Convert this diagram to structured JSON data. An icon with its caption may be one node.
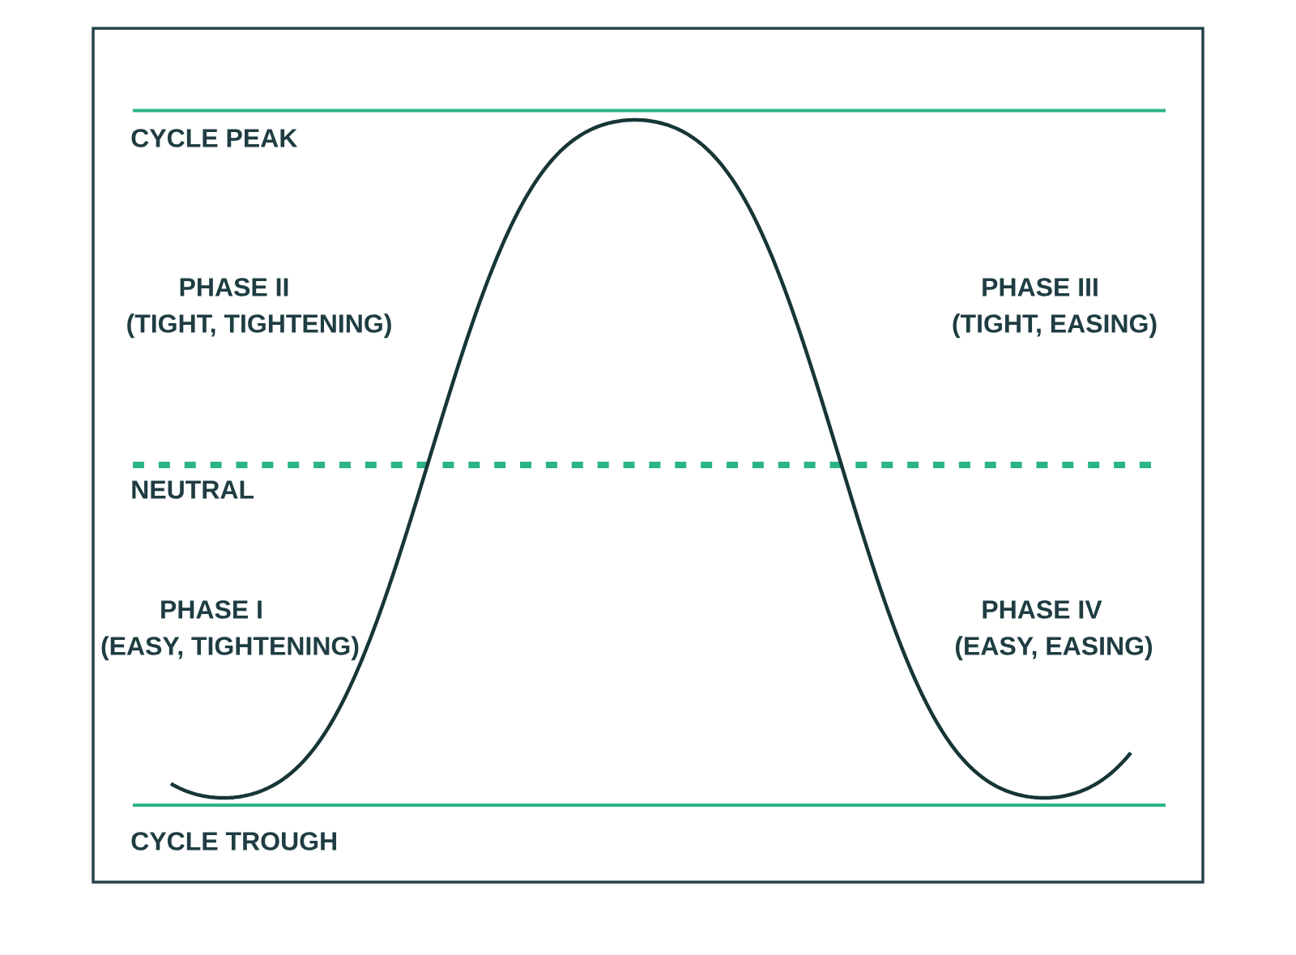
{
  "diagram": {
    "labels": [
      "CYCLE PEAK",
      "PHASE II",
      "(TIGHT, TIGHTENING)",
      "PHASE III",
      "(TIGHT, EASING)",
      "NEUTRAL",
      "PHASE I",
      "(EASY, TIGHTENING)",
      "PHASE IV",
      "(EASY, EASING)",
      "CYCLE TROUGH"
    ]
  }
}
